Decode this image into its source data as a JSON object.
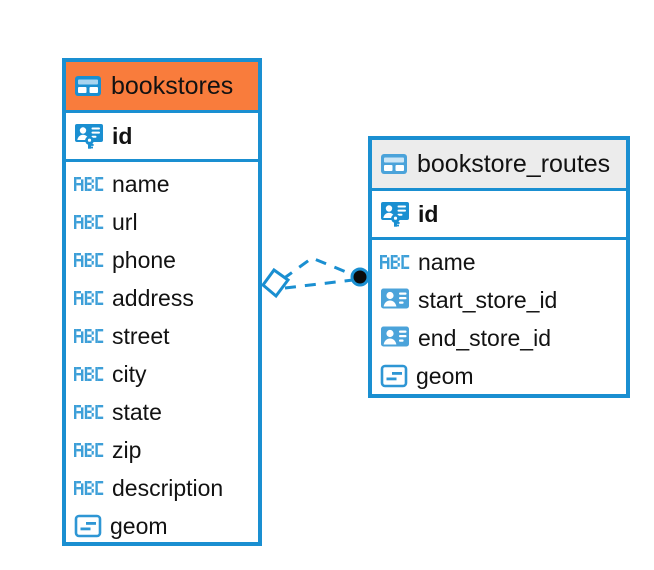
{
  "diagram": {
    "type": "entity-relationship-diagram",
    "background_color": "#ffffff",
    "accent_color": "#1a8fd1",
    "highlight_color": "#f97c3c",
    "header_plain_color": "#ececec"
  },
  "entities": [
    {
      "name": "bookstores",
      "header_style": "accent",
      "table_icon": "table-icon",
      "primary_keys": [
        {
          "label": "id",
          "icon": "primary-key-icon",
          "type": "key"
        }
      ],
      "columns": [
        {
          "label": "name",
          "icon": "abc-text-icon",
          "type": "text"
        },
        {
          "label": "url",
          "icon": "abc-text-icon",
          "type": "text"
        },
        {
          "label": "phone",
          "icon": "abc-text-icon",
          "type": "text"
        },
        {
          "label": "address",
          "icon": "abc-text-icon",
          "type": "text"
        },
        {
          "label": "street",
          "icon": "abc-text-icon",
          "type": "text"
        },
        {
          "label": "city",
          "icon": "abc-text-icon",
          "type": "text"
        },
        {
          "label": "state",
          "icon": "abc-text-icon",
          "type": "text"
        },
        {
          "label": "zip",
          "icon": "abc-text-icon",
          "type": "text"
        },
        {
          "label": "description",
          "icon": "abc-text-icon",
          "type": "text"
        },
        {
          "label": "geom",
          "icon": "geometry-icon",
          "type": "geometry"
        }
      ]
    },
    {
      "name": "bookstore_routes",
      "header_style": "plain",
      "table_icon": "table-icon",
      "primary_keys": [
        {
          "label": "id",
          "icon": "primary-key-icon",
          "type": "key"
        }
      ],
      "columns": [
        {
          "label": "name",
          "icon": "abc-text-icon",
          "type": "text"
        },
        {
          "label": "start_store_id",
          "icon": "foreign-key-icon",
          "type": "reference"
        },
        {
          "label": "end_store_id",
          "icon": "foreign-key-icon",
          "type": "reference"
        },
        {
          "label": "geom",
          "icon": "geometry-icon",
          "type": "geometry"
        }
      ]
    }
  ],
  "relationship": {
    "from_entity": "bookstores",
    "to_entity": "bookstore_routes",
    "from_marker": "diamond-marker",
    "to_marker": "filled-circle-marker",
    "line_style": "dashed",
    "line_color": "#1a8fd1"
  }
}
